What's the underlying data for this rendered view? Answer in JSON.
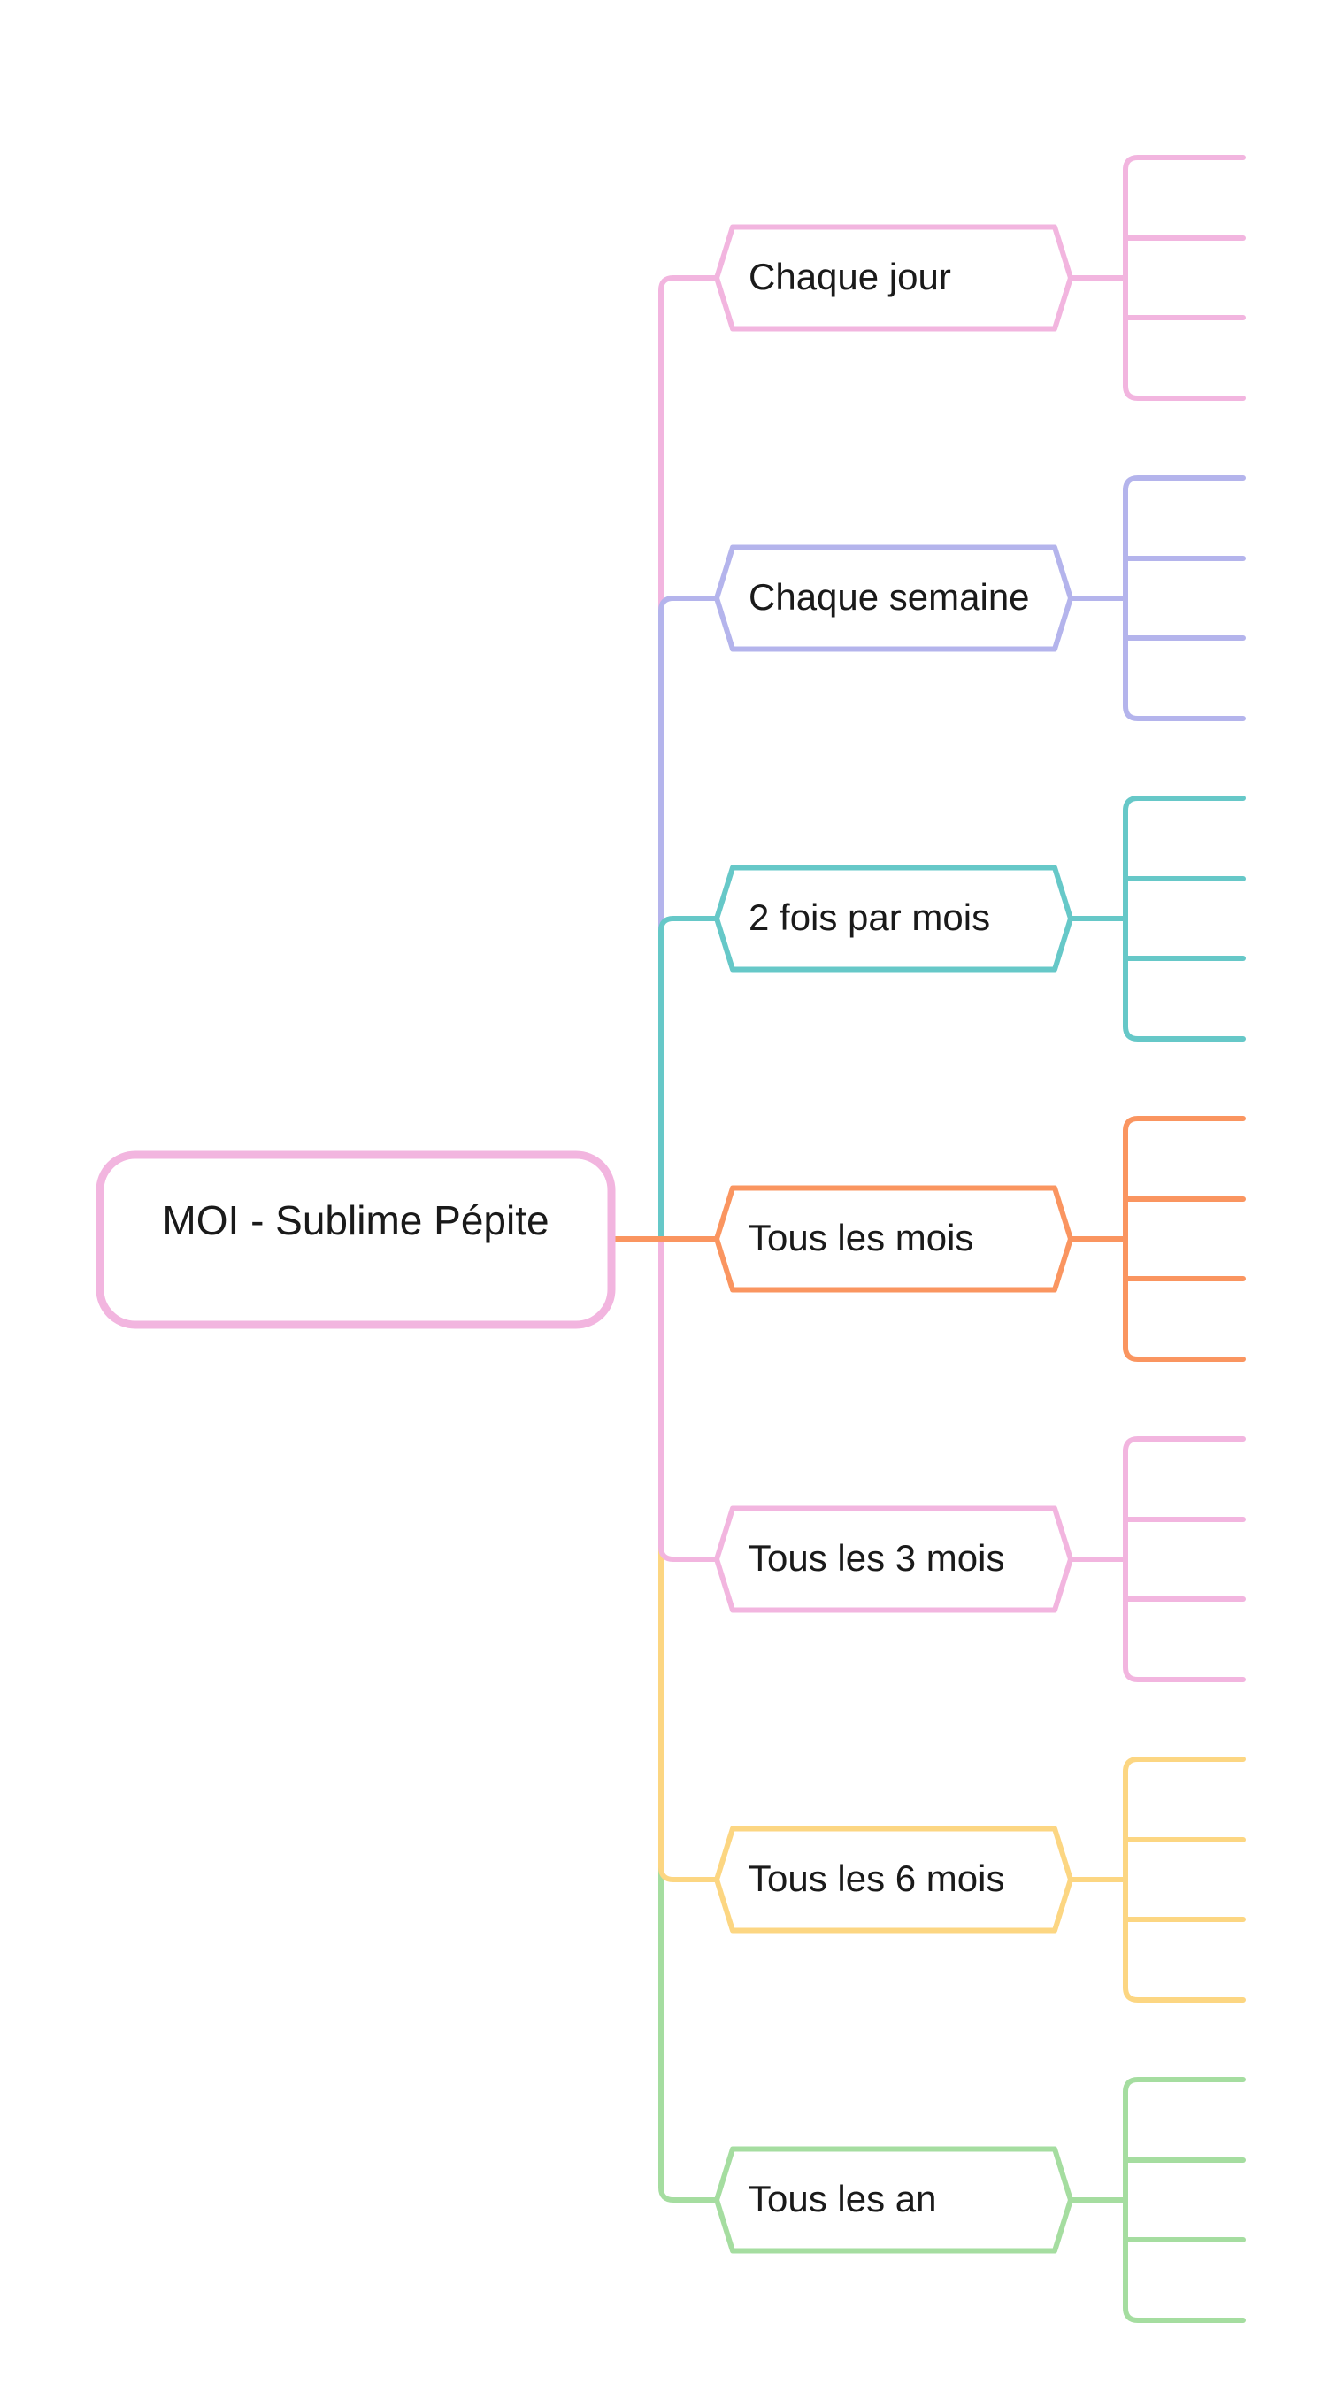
{
  "root": {
    "label": "MOI - Sublime Pépite",
    "color": "#F2B5DF"
  },
  "branches": [
    {
      "label": "Chaque jour",
      "color": "#F2B5DF",
      "leaf_count": 4
    },
    {
      "label": "Chaque semaine",
      "color": "#B4B4EC",
      "leaf_count": 4
    },
    {
      "label": "2 fois par mois",
      "color": "#66C8C8",
      "leaf_count": 4
    },
    {
      "label": "Tous les mois",
      "color": "#FA9560",
      "leaf_count": 4
    },
    {
      "label": "Tous les 3 mois",
      "color": "#F2B5DF",
      "leaf_count": 4
    },
    {
      "label": "Tous les 6 mois",
      "color": "#FCD682",
      "leaf_count": 4
    },
    {
      "label": "Tous les an",
      "color": "#A5DDA0",
      "leaf_count": 4
    }
  ]
}
